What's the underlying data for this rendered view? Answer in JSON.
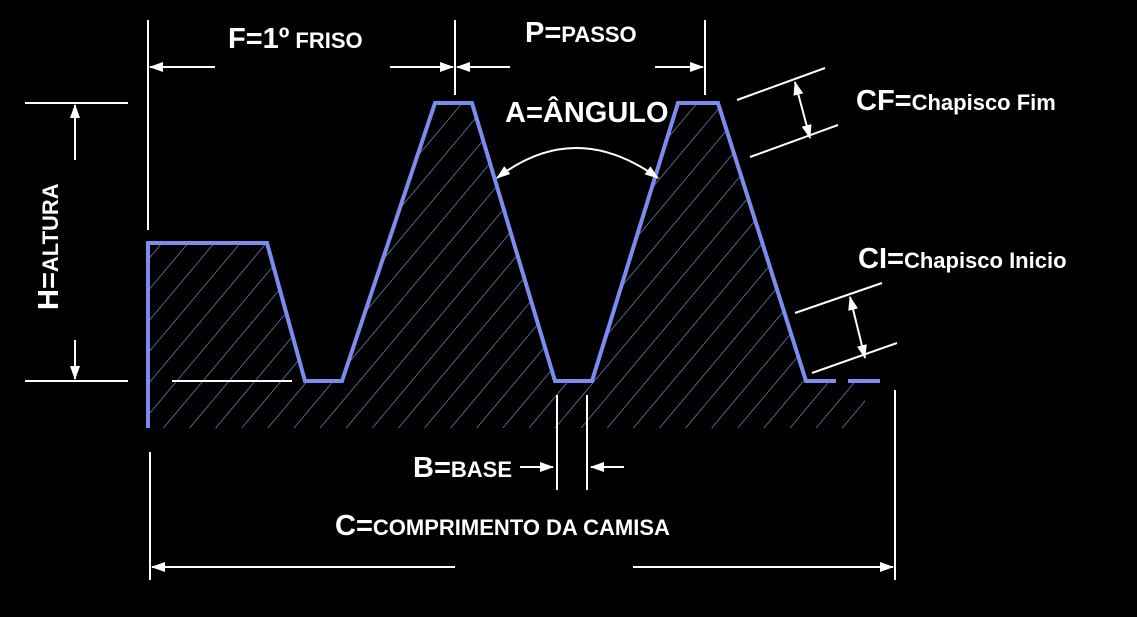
{
  "labels": {
    "friso": {
      "main": "F=1º",
      "sub": "FRISO"
    },
    "passo": {
      "main": "P=",
      "sub": "PASSO"
    },
    "angulo": {
      "main": "A=ÂNGULO"
    },
    "chapisco_fim": {
      "main": "CF=",
      "sub": "Chapisco Fim"
    },
    "chapisco_inicio": {
      "main": "CI=",
      "sub": "Chapisco Inicio"
    },
    "altura": {
      "main": "H=",
      "sub": "ALTURA"
    },
    "base": {
      "main": "B=",
      "sub": "BASE"
    },
    "comprimento": {
      "main": "C=",
      "sub": "COMPRIMENTO DA CAMISA"
    }
  },
  "colors": {
    "background": "#000000",
    "profile": "#7b8cf0",
    "hatch": "#8d9be8",
    "annotation": "#ffffff"
  }
}
